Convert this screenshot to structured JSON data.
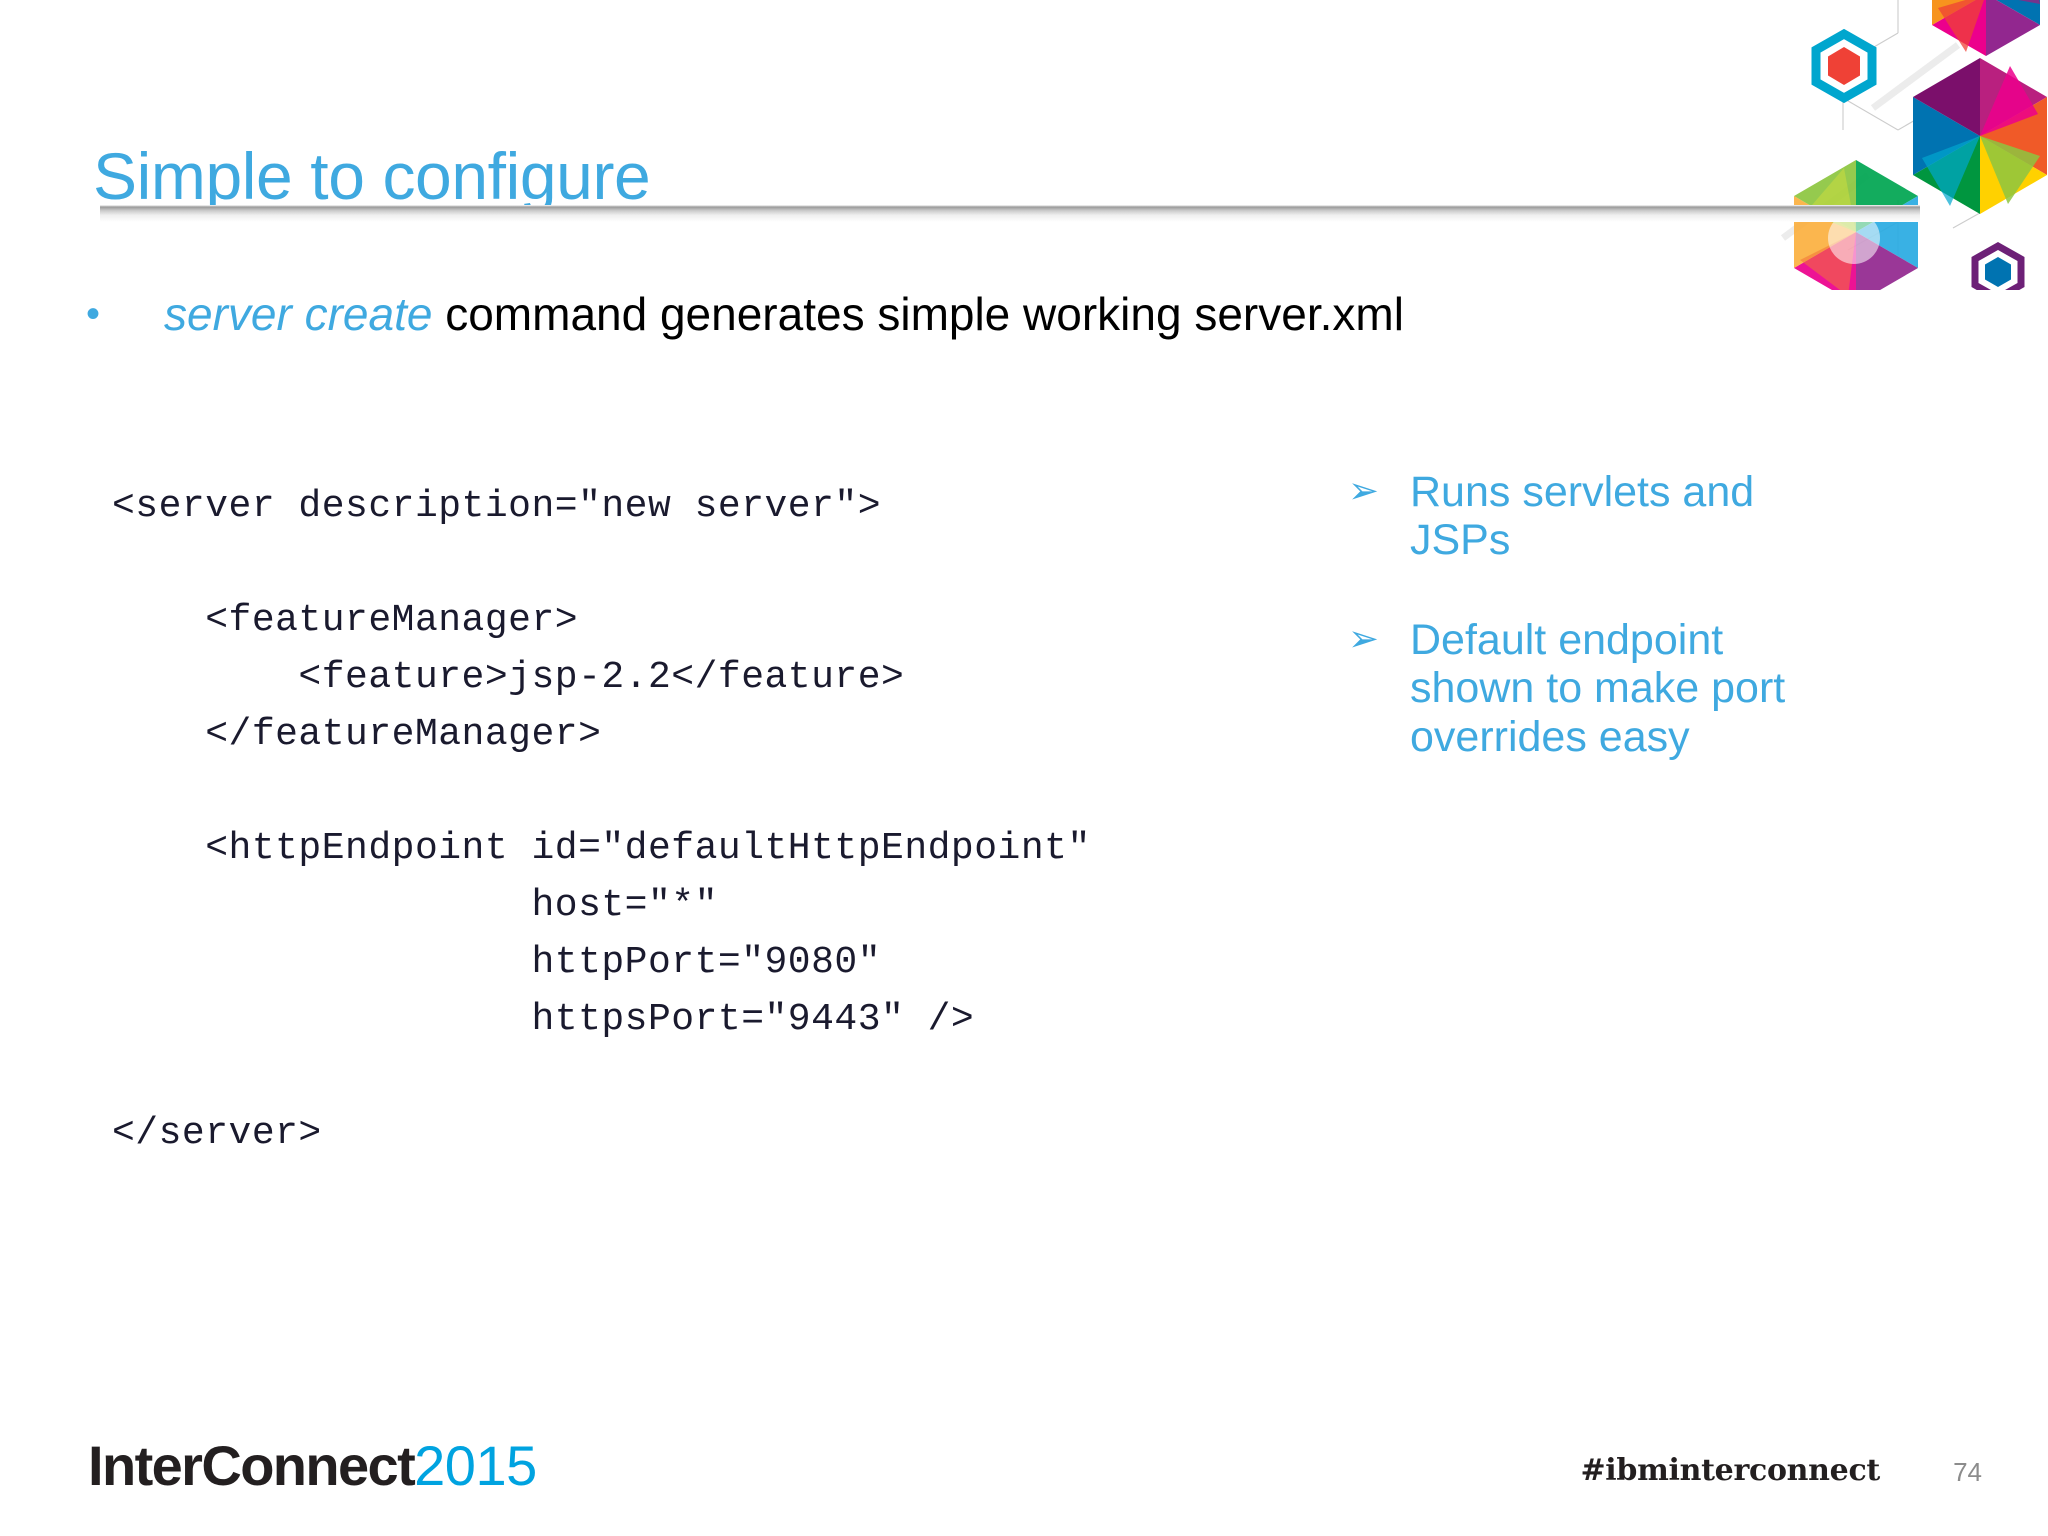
{
  "slide": {
    "title": "Simple to configure",
    "page_number": "74",
    "accent_color": "#3fa9e0",
    "code_color": "#1a1a2e",
    "body_color": "#000000"
  },
  "main_bullet": {
    "bullet_glyph": "•",
    "command": "server create",
    "rest": " command generates simple working server.xml"
  },
  "code_block": {
    "language": "xml",
    "text": "<server description=\"new server\">\n\n    <featureManager>\n        <feature>jsp-2.2</feature>\n    </featureManager>\n\n    <httpEndpoint id=\"defaultHttpEndpoint\"\n                  host=\"*\"\n                  httpPort=\"9080\"\n                  httpsPort=\"9443\" />\n\n</server>",
    "lines": [
      "<server description=\"new server\">",
      "",
      "    <featureManager>",
      "        <feature>jsp-2.2</feature>",
      "    </featureManager>",
      "",
      "    <httpEndpoint id=\"defaultHttpEndpoint\"",
      "                  host=\"*\"",
      "                  httpPort=\"9080\"",
      "                  httpsPort=\"9443\" />",
      "",
      "</server>"
    ]
  },
  "side_notes": {
    "arrow_glyph": "➢",
    "items": [
      {
        "text": "Runs servlets and JSPs"
      },
      {
        "text": "Default endpoint shown to make port overrides easy"
      }
    ]
  },
  "footer": {
    "brand_dark": "InterConnect",
    "brand_year": "2015",
    "hashtag": "#ibminterconnect"
  }
}
